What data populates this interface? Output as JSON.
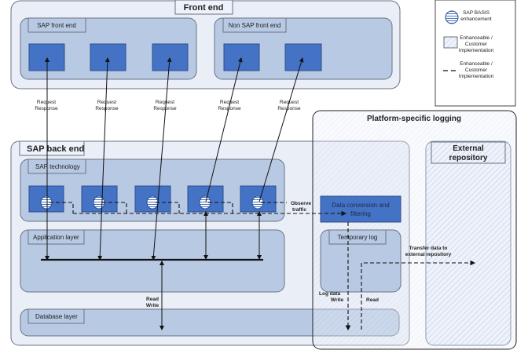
{
  "colors": {
    "outer_fill": "#e9eef7",
    "layer_fill": "#b8c9e3",
    "box_fill": "#4472c4",
    "stroke": "#6b7280",
    "label_fill": "#b8c9e3"
  },
  "front_end": {
    "title": "Front end",
    "sap_front_end": "SAP front end",
    "non_sap_front_end": "Non SAP front end"
  },
  "request_response": [
    {
      "l1": "Request",
      "l2": "Response"
    },
    {
      "l1": "Request",
      "l2": "Response"
    },
    {
      "l1": "Request",
      "l2": "Response"
    },
    {
      "l1": "Request",
      "l2": "Response"
    },
    {
      "l1": "Request",
      "l2": "Response"
    }
  ],
  "back_end": {
    "title": "SAP back end",
    "sap_technology": "SAP technology",
    "application_layer": "Application layer",
    "database_layer": "Database layer",
    "observe_l1": "Observe",
    "observe_l2": "traffic",
    "read": "Read",
    "write": "Write"
  },
  "logging": {
    "title": "Platform-specific logging",
    "conversion_l1": "Data conversion and",
    "conversion_l2": "filtering",
    "temporary_log": "Temporary log",
    "log_data": "Log data",
    "write": "Write",
    "read": "Read",
    "transfer_l1": "Transfer data to",
    "transfer_l2": "external repository"
  },
  "external": {
    "l1": "External",
    "l2": "repository"
  },
  "legend": [
    {
      "icon": "striped-circle-icon",
      "l1": "SAP BASIS",
      "l2": "enhancement",
      "l3": ""
    },
    {
      "icon": "hatched-square-icon",
      "l1": "Enhanceable /",
      "l2": "Customer",
      "l3": "Implementation"
    },
    {
      "icon": "dashed-line-icon",
      "l1": "Enhanceable /",
      "l2": "Customer",
      "l3": "Implementation"
    }
  ]
}
